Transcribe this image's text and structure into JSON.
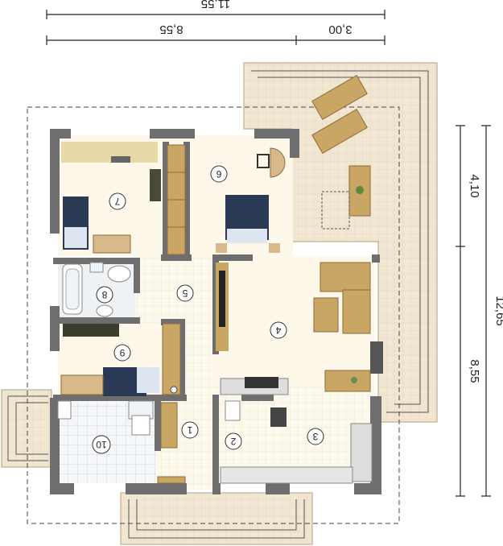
{
  "dimensions": {
    "total_width": "11,55",
    "left_width": "8,55",
    "right_width": "3,00",
    "right_upper": "4,10",
    "right_lower": "8,55",
    "total_height": "12,65"
  },
  "rooms": [
    {
      "number": "1",
      "name": ""
    },
    {
      "number": "2",
      "name": ""
    },
    {
      "number": "3",
      "name": ""
    },
    {
      "number": "4",
      "name": ""
    },
    {
      "number": "5",
      "name": ""
    },
    {
      "number": "6",
      "name": ""
    },
    {
      "number": "7",
      "name": ""
    },
    {
      "number": "8",
      "name": ""
    },
    {
      "number": "9",
      "name": ""
    },
    {
      "number": "10",
      "name": ""
    }
  ],
  "colors": {
    "wall": "#6e6e6e",
    "terrace": "#efe2cc",
    "floor_light": "#fdf8ea",
    "floor_tile": "#e8edf2",
    "wood": "#c9a663",
    "bed": "#2a3a55"
  }
}
